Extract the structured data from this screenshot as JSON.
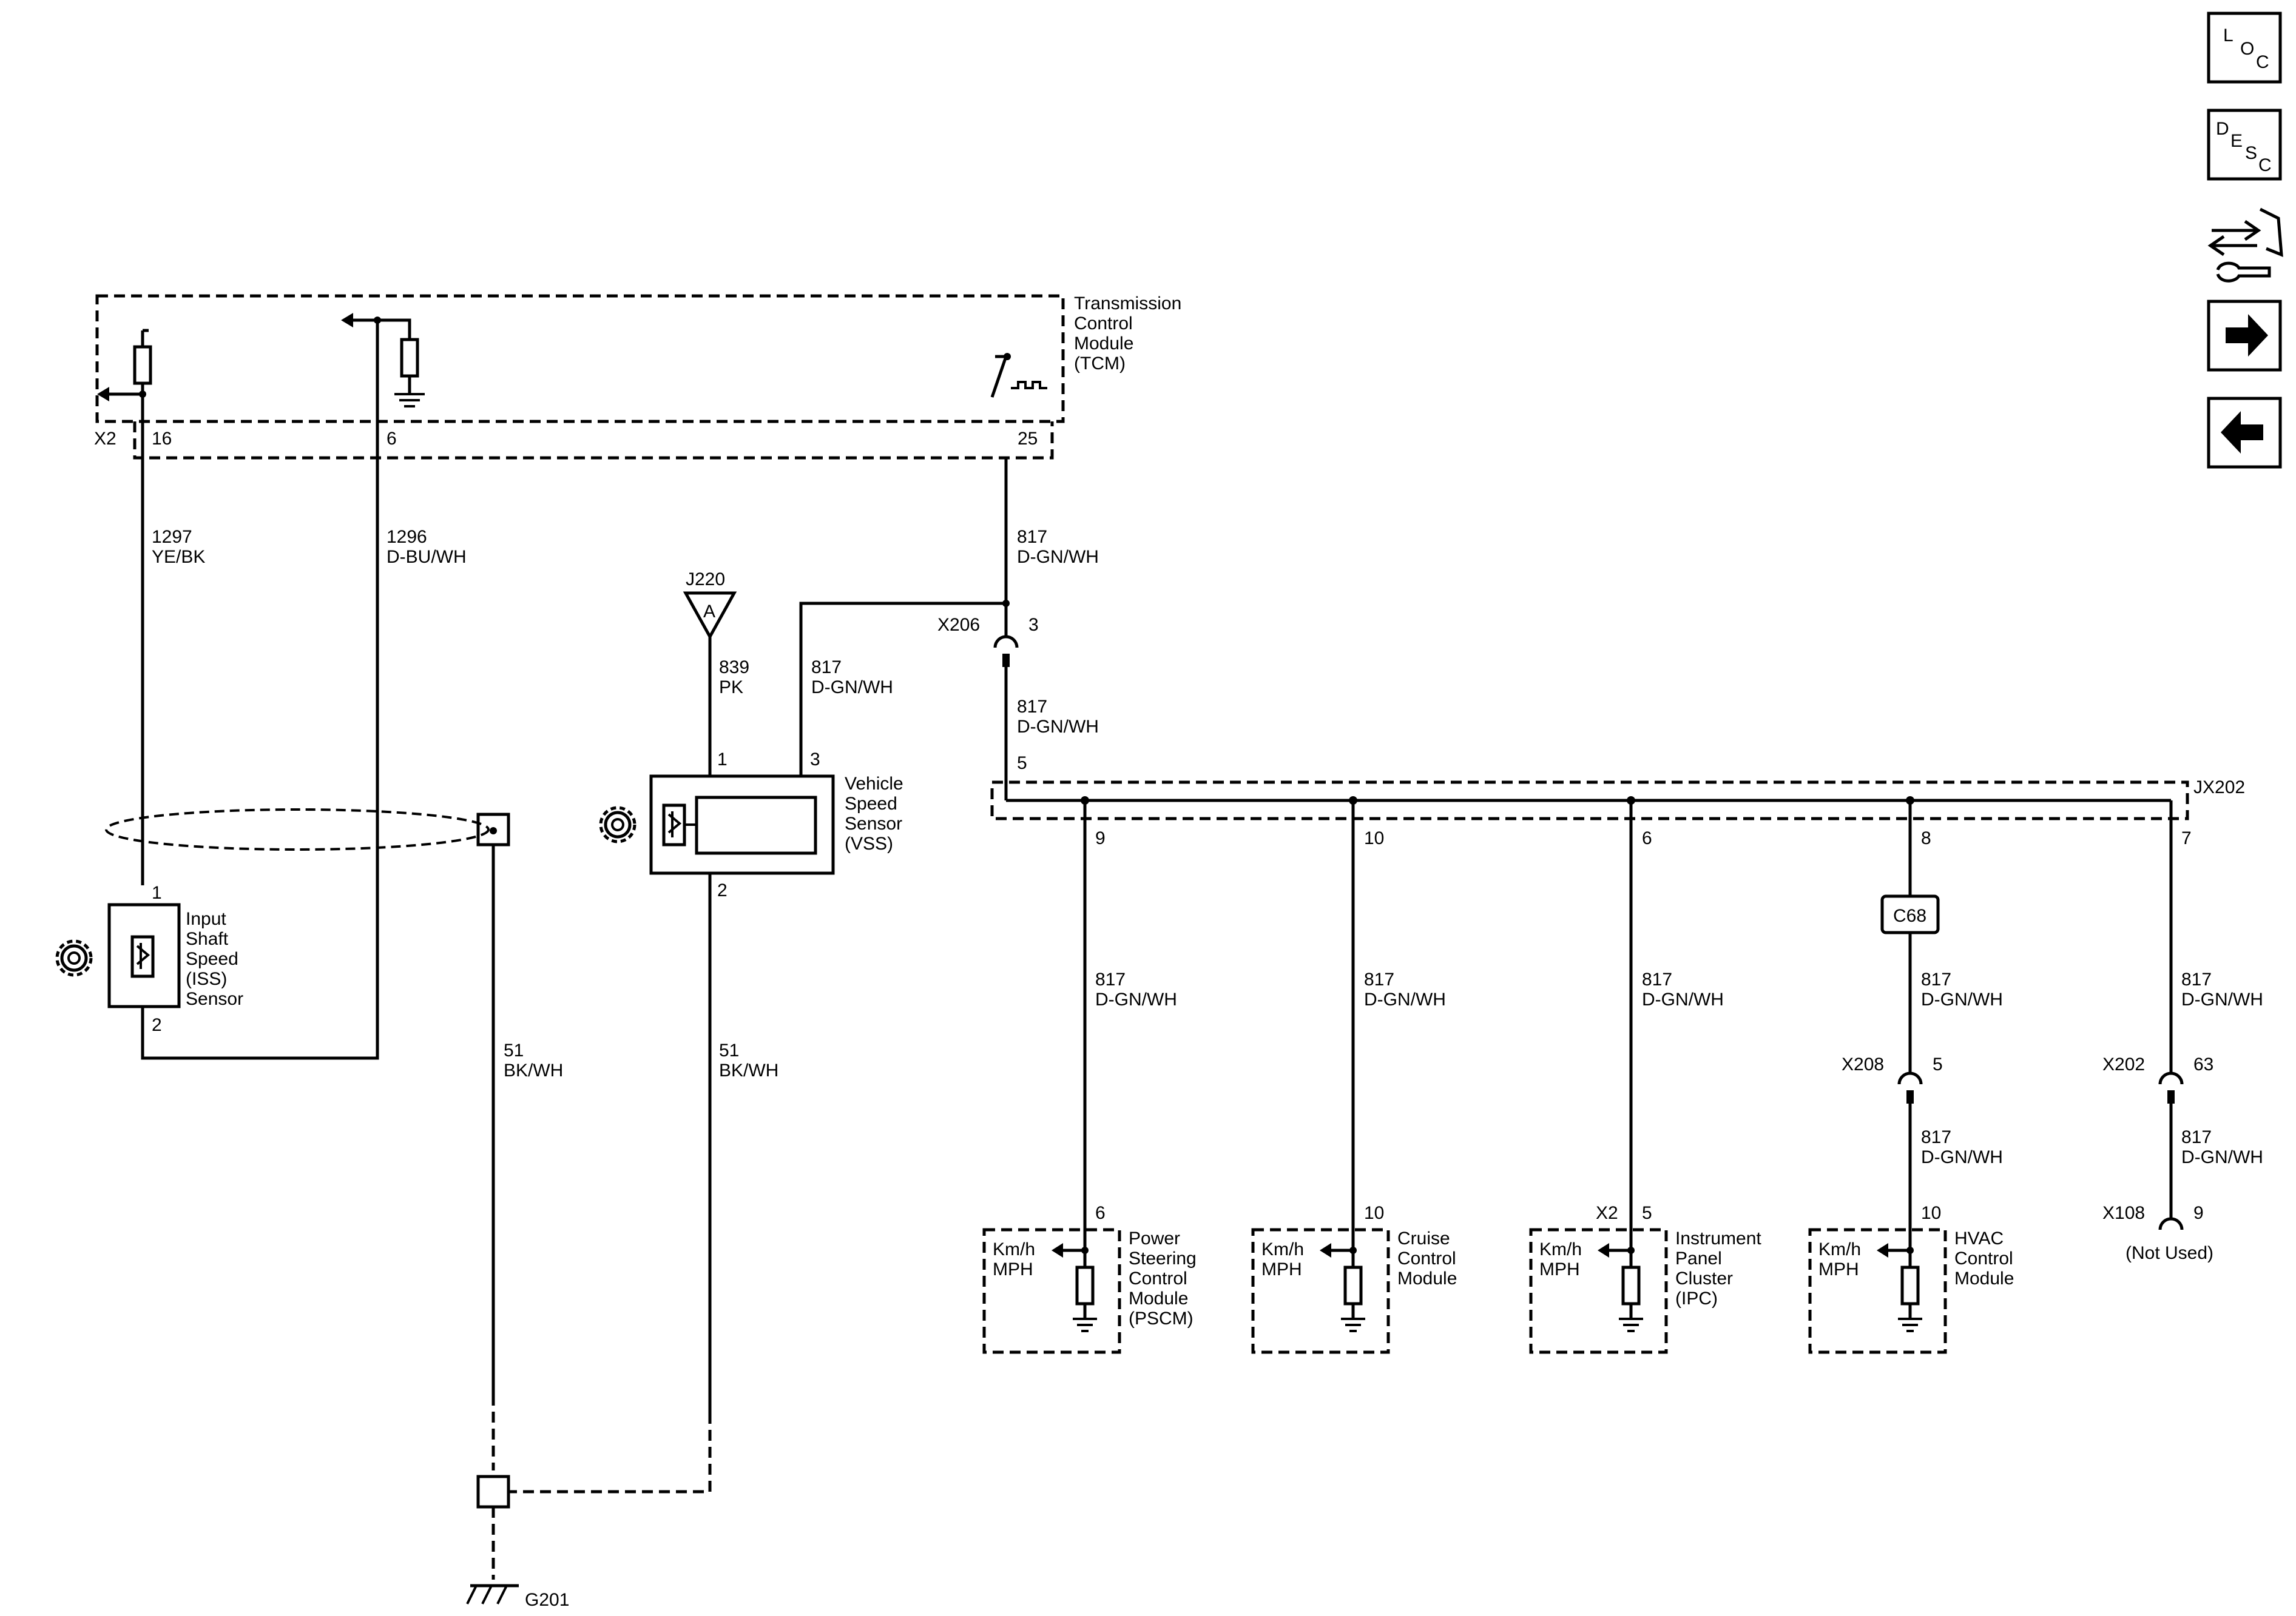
{
  "tcm": {
    "label": [
      "Transmission",
      "Control",
      "Module",
      "(TCM)"
    ],
    "connector": "X2",
    "pins": {
      "iss_signal": "16",
      "iss_low": "6",
      "vss": "25"
    }
  },
  "circuits": {
    "iss_signal": {
      "number": "1297",
      "color": "YE/BK"
    },
    "iss_low": {
      "number": "1296",
      "color": "D-BU/WH"
    },
    "vss_power": {
      "number": "839",
      "color": "PK"
    },
    "speed": {
      "number": "817",
      "color": "D-GN/WH"
    },
    "ground": {
      "number": "51",
      "color": "BK/WH"
    }
  },
  "j220": {
    "name": "J220",
    "letter": "A"
  },
  "x206": {
    "name": "X206",
    "pin": "3"
  },
  "vss": {
    "label": [
      "Vehicle",
      "Speed",
      "Sensor",
      "(VSS)"
    ],
    "pin1": "1",
    "pin2": "2",
    "pin3": "3"
  },
  "iss": {
    "label": [
      "Input",
      "Shaft",
      "Speed",
      "(ISS)",
      "Sensor"
    ],
    "pin1": "1",
    "pin2": "2"
  },
  "jx202": {
    "name": "JX202",
    "in_pin": "5",
    "pins": [
      "9",
      "10",
      "6",
      "8",
      "7"
    ]
  },
  "c68": "C68",
  "x208": {
    "name": "X208",
    "pin": "5"
  },
  "x202": {
    "name": "X202",
    "pin": "63"
  },
  "x108": {
    "name": "X108",
    "pin": "9",
    "note": "(Not Used)"
  },
  "modules": [
    {
      "id": "pscm",
      "pin": "6",
      "connector": "",
      "label": [
        "Power",
        "Steering",
        "Control",
        "Module",
        "(PSCM)"
      ],
      "units": [
        "Km/h",
        "MPH"
      ]
    },
    {
      "id": "cruise",
      "pin": "10",
      "connector": "",
      "label": [
        "Cruise",
        "Control",
        "Module"
      ],
      "units": [
        "Km/h",
        "MPH"
      ]
    },
    {
      "id": "ipc",
      "pin": "5",
      "connector": "X2",
      "label": [
        "Instrument",
        "Panel",
        "Cluster",
        "(IPC)"
      ],
      "units": [
        "Km/h",
        "MPH"
      ]
    },
    {
      "id": "hvac",
      "pin": "10",
      "connector": "",
      "label": [
        "HVAC",
        "Control",
        "Module"
      ],
      "units": [
        "Km/h",
        "MPH"
      ]
    }
  ],
  "ground": "G201",
  "nav": {
    "loc": [
      "L",
      "O",
      "C"
    ],
    "desc": [
      "D",
      "E",
      "S",
      "C"
    ],
    "icons": [
      "loc-button",
      "desc-button",
      "connector-wrench-icon",
      "arrow-right-icon",
      "arrow-left-icon"
    ]
  }
}
